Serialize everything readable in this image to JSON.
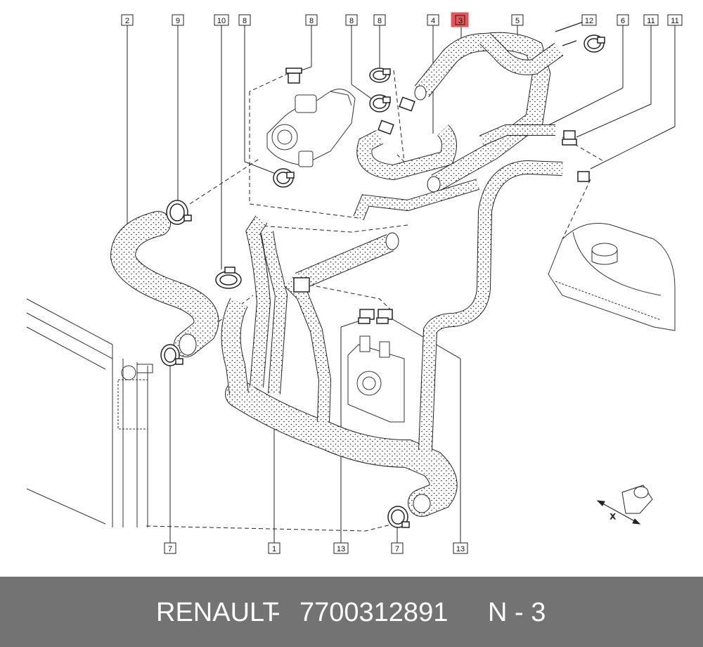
{
  "diagram": {
    "callouts": {
      "c2": "2",
      "c9": "9",
      "c10": "10",
      "c8a": "8",
      "c8b": "8",
      "c8c": "8",
      "c8d": "8",
      "c4": "4",
      "c3": "3",
      "c5": "5",
      "c12": "12",
      "c6": "6",
      "c11a": "11",
      "c11b": "11",
      "c7a": "7",
      "c1": "1",
      "c13a": "13",
      "c7b": "7",
      "c13b": "13"
    },
    "highlight_color": "#e8545a",
    "axis_mark": "X"
  },
  "footer": {
    "brand": "RENAULT",
    "separator": "-",
    "part_number": "7700312891",
    "reference": "N - 3",
    "background": "#737373"
  }
}
